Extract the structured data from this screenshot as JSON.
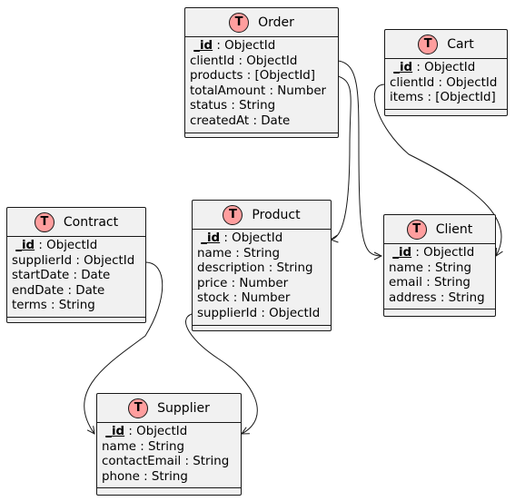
{
  "entities": {
    "order": {
      "badge": "T",
      "title": "Order",
      "fields": [
        {
          "name": "_id",
          "type": " : ObjectId",
          "pk": true
        },
        {
          "name": "clientId",
          "type": " : ObjectId",
          "pk": false
        },
        {
          "name": "products",
          "type": " : [ObjectId]",
          "pk": false
        },
        {
          "name": "totalAmount",
          "type": " : Number",
          "pk": false
        },
        {
          "name": "status",
          "type": " : String",
          "pk": false
        },
        {
          "name": "createdAt",
          "type": " : Date",
          "pk": false
        }
      ]
    },
    "cart": {
      "badge": "T",
      "title": "Cart",
      "fields": [
        {
          "name": "_id",
          "type": " : ObjectId",
          "pk": true
        },
        {
          "name": "clientId",
          "type": " : ObjectId",
          "pk": false
        },
        {
          "name": "items",
          "type": " : [ObjectId]",
          "pk": false
        }
      ]
    },
    "contract": {
      "badge": "T",
      "title": "Contract",
      "fields": [
        {
          "name": "_id",
          "type": " : ObjectId",
          "pk": true
        },
        {
          "name": "supplierId",
          "type": " : ObjectId",
          "pk": false
        },
        {
          "name": "startDate",
          "type": " : Date",
          "pk": false
        },
        {
          "name": "endDate",
          "type": " : Date",
          "pk": false
        },
        {
          "name": "terms",
          "type": " : String",
          "pk": false
        }
      ]
    },
    "product": {
      "badge": "T",
      "title": "Product",
      "fields": [
        {
          "name": "_id",
          "type": " : ObjectId",
          "pk": true
        },
        {
          "name": "name",
          "type": " : String",
          "pk": false
        },
        {
          "name": "description",
          "type": " : String",
          "pk": false
        },
        {
          "name": "price",
          "type": " : Number",
          "pk": false
        },
        {
          "name": "stock",
          "type": " : Number",
          "pk": false
        },
        {
          "name": "supplierId",
          "type": " : ObjectId",
          "pk": false
        }
      ]
    },
    "client": {
      "badge": "T",
      "title": "Client",
      "fields": [
        {
          "name": "_id",
          "type": " : ObjectId",
          "pk": true
        },
        {
          "name": "name",
          "type": " : String",
          "pk": false
        },
        {
          "name": "email",
          "type": " : String",
          "pk": false
        },
        {
          "name": "address",
          "type": " : String",
          "pk": false
        }
      ]
    },
    "supplier": {
      "badge": "T",
      "title": "Supplier",
      "fields": [
        {
          "name": "_id",
          "type": " : ObjectId",
          "pk": true
        },
        {
          "name": "name",
          "type": " : String",
          "pk": false
        },
        {
          "name": "contactEmail",
          "type": " : String",
          "pk": false
        },
        {
          "name": "phone",
          "type": " : String",
          "pk": false
        }
      ]
    }
  },
  "relations": [
    {
      "from": "order",
      "field": "products",
      "to": "product"
    },
    {
      "from": "order",
      "field": "clientId",
      "to": "client"
    },
    {
      "from": "cart",
      "field": "clientId",
      "to": "client"
    },
    {
      "from": "contract",
      "field": "supplierId",
      "to": "supplier"
    },
    {
      "from": "product",
      "field": "supplierId",
      "to": "supplier"
    }
  ],
  "colors": {
    "box_fill": "#f1f1f1",
    "border": "#181818",
    "badge_fill": "#ff9e9e"
  }
}
